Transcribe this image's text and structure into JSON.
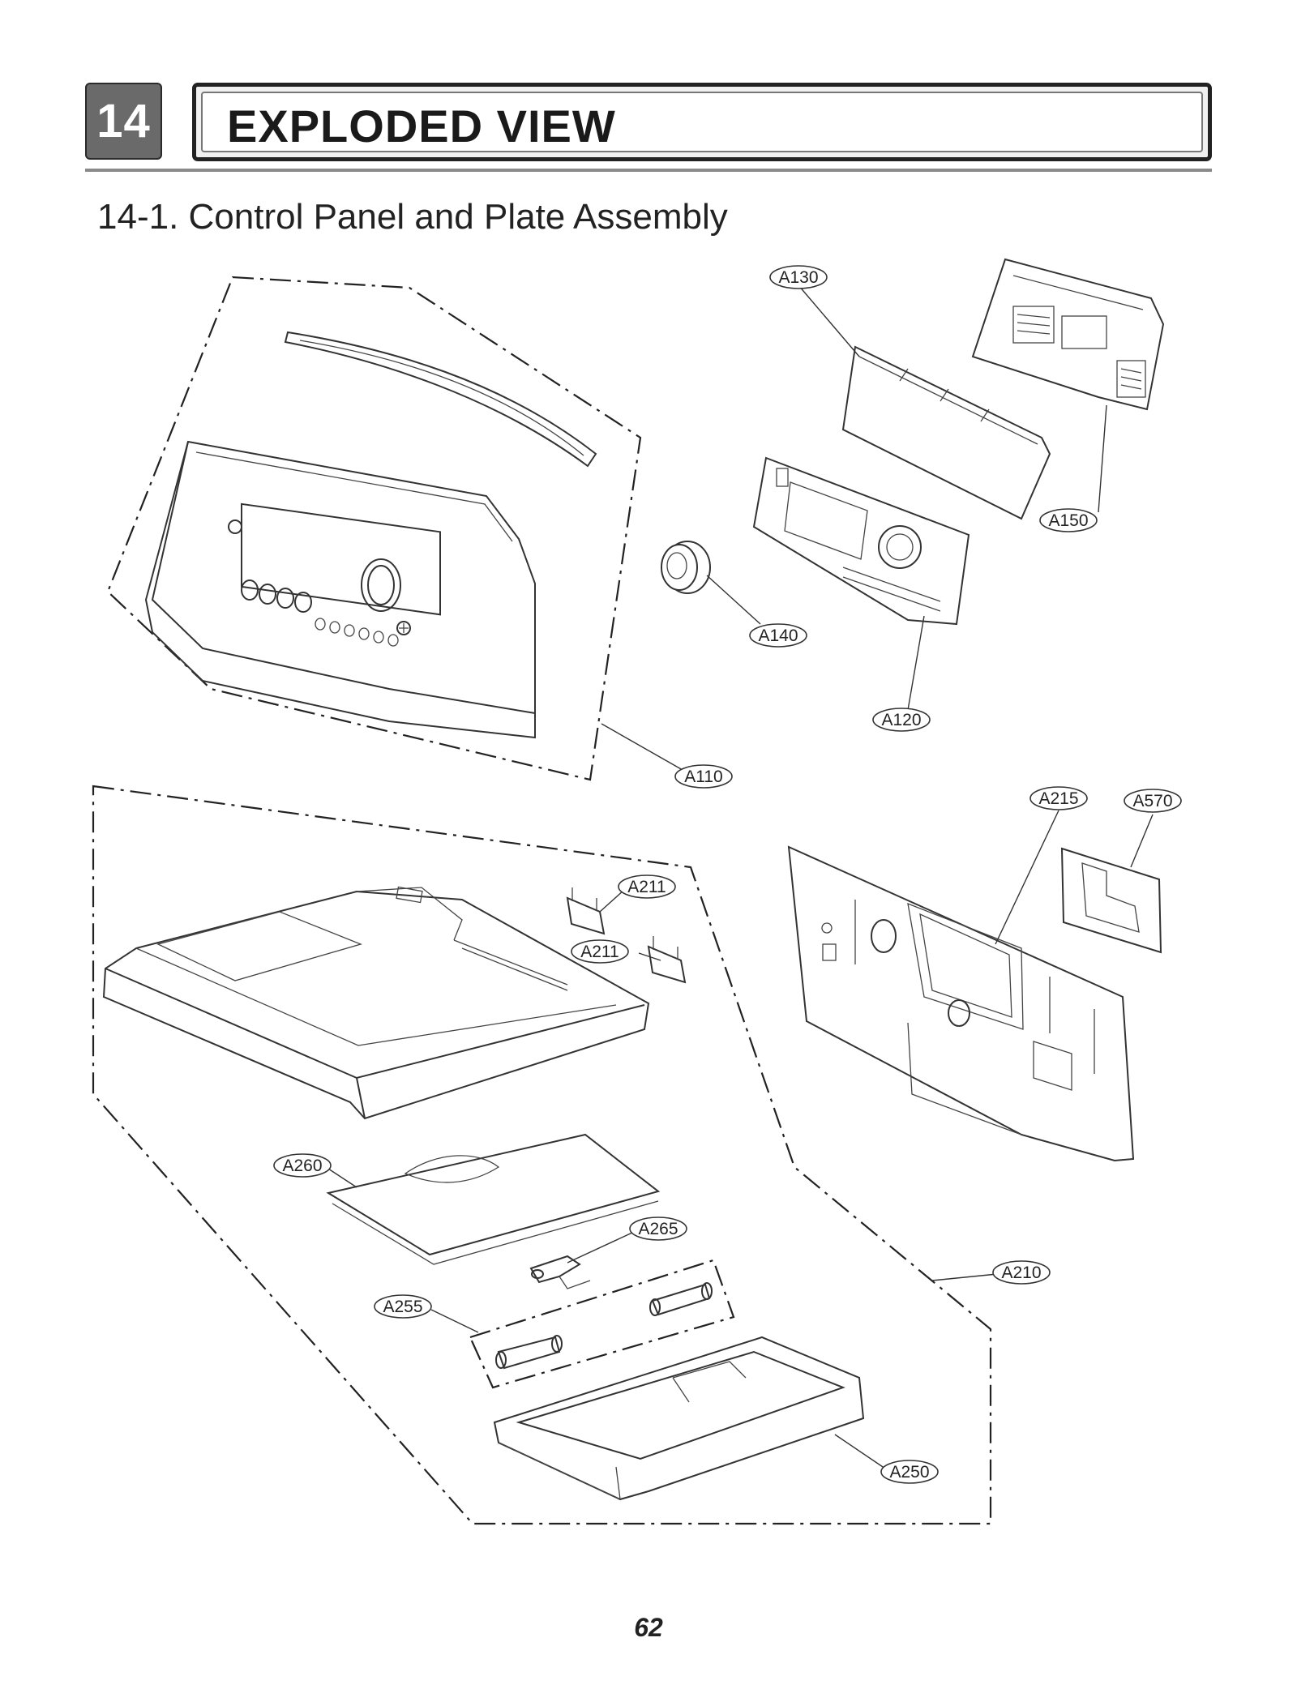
{
  "header": {
    "chapter_number": "14",
    "chapter_title": "EXPLODED VIEW"
  },
  "section": {
    "title": "14-1. Control Panel and Plate Assembly"
  },
  "parts": [
    {
      "id": "a130",
      "label": "A130"
    },
    {
      "id": "a150",
      "label": "A150"
    },
    {
      "id": "a140",
      "label": "A140"
    },
    {
      "id": "a120",
      "label": "A120"
    },
    {
      "id": "a110",
      "label": "A110"
    },
    {
      "id": "a215",
      "label": "A215"
    },
    {
      "id": "a570",
      "label": "A570"
    },
    {
      "id": "a211-1",
      "label": "A211"
    },
    {
      "id": "a211-2",
      "label": "A211"
    },
    {
      "id": "a260",
      "label": "A260"
    },
    {
      "id": "a265",
      "label": "A265"
    },
    {
      "id": "a255",
      "label": "A255"
    },
    {
      "id": "a210",
      "label": "A210"
    },
    {
      "id": "a250",
      "label": "A250"
    }
  ],
  "footer": {
    "page_number": "62"
  }
}
